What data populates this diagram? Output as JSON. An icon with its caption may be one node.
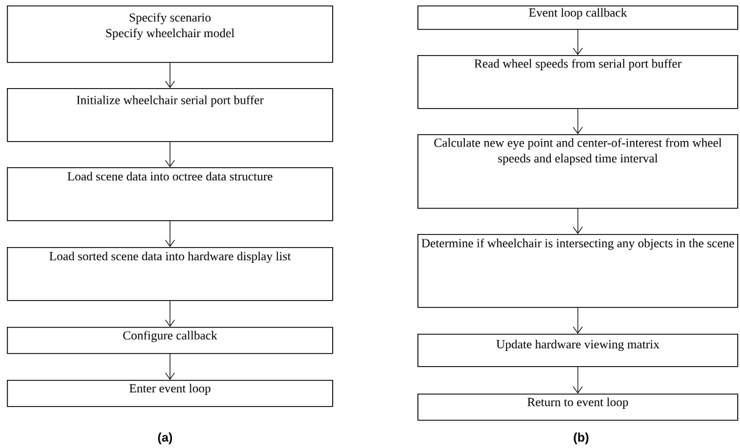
{
  "diagram": {
    "nodes": [
      {
        "text": [
          "Specify scenario",
          "Specify wheelchair model"
        ]
      },
      {
        "text": [
          "Initialize wheelchair serial port buffer"
        ]
      },
      {
        "text": [
          "Load scene data into octree data structure"
        ]
      },
      {
        "text": [
          "Load sorted scene data into hardware display list"
        ]
      },
      {
        "text": [
          "Configure callback"
        ]
      },
      {
        "text": [
          "Enter event loop"
        ]
      },
      {
        "text": [
          "Event loop callback"
        ]
      },
      {
        "text": [
          "Read wheel speeds from serial port buffer"
        ]
      },
      {
        "text": [
          "Calculate new eye point and center-of-interest from wheel speeds and elapsed time interval"
        ]
      },
      {
        "text": [
          "Determine if wheelchair is intersecting any objects in the scene"
        ]
      },
      {
        "text": [
          "Update hardware viewing matrix"
        ]
      },
      {
        "text": [
          "Return to event loop"
        ]
      }
    ],
    "edges": [
      {
        "from": 0,
        "to": 1,
        "arrow": "to"
      },
      {
        "from": 1,
        "to": 2,
        "arrow": "to"
      },
      {
        "from": 2,
        "to": 3,
        "arrow": "to"
      },
      {
        "from": 3,
        "to": 4,
        "arrow": "to"
      },
      {
        "from": 4,
        "to": 5,
        "arrow": "to"
      },
      {
        "from": 6,
        "to": 7,
        "arrow": "to"
      },
      {
        "from": 7,
        "to": 8,
        "arrow": "to"
      },
      {
        "from": 8,
        "to": 9,
        "arrow": "to"
      },
      {
        "from": 9,
        "to": 10,
        "arrow": "to"
      },
      {
        "from": 10,
        "to": 11,
        "arrow": "to"
      }
    ],
    "labels": [
      "(a)",
      "(b)"
    ]
  }
}
